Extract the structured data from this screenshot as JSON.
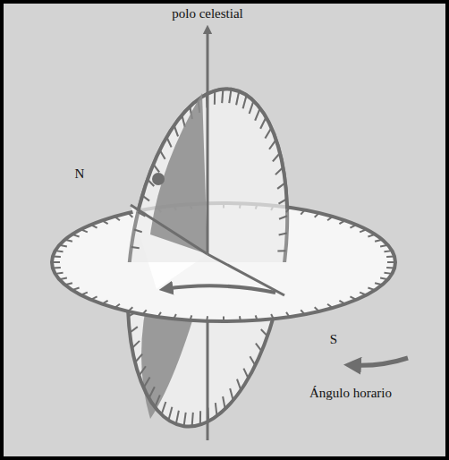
{
  "diagram": {
    "labels": [
      "polo celestial",
      "N",
      "S",
      "Ángulo horario"
    ]
  }
}
